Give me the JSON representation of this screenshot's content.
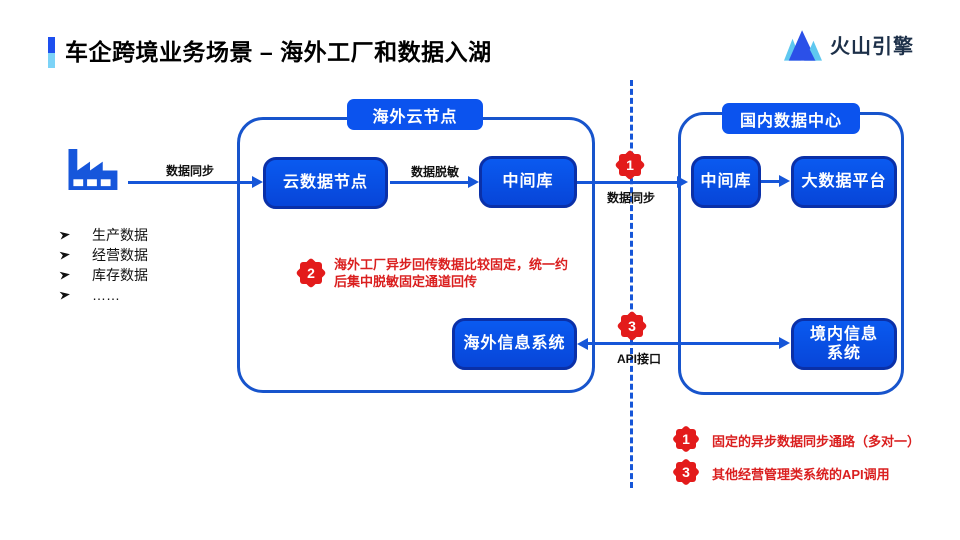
{
  "slide": {
    "title": "车企跨境业务场景 – 海外工厂和数据入湖",
    "brand": "火山引擎"
  },
  "containers": {
    "overseas": "海外云节点",
    "domestic": "国内数据中心"
  },
  "nodes": {
    "cloud_data_node": "云数据节点",
    "middle_db_overseas": "中间库",
    "middle_db_domestic": "中间库",
    "big_data_platform": "大数据平台",
    "overseas_info_system": "海外信息系统",
    "domestic_info_system": "境内信息系统"
  },
  "labels": {
    "factory_sync": "数据同步",
    "desensitize": "数据脱敏",
    "cross_border_sync": "数据同步",
    "api": "API接口"
  },
  "badges": {
    "b1": "1",
    "b2": "2",
    "b3": "3"
  },
  "source_list": [
    "生产数据",
    "经营数据",
    "库存数据",
    "……"
  ],
  "note2": "海外工厂异步回传数据比较固定，统一约\n后集中脱敏固定通道回传",
  "legend": [
    {
      "badge": "1",
      "text": "固定的异步数据同步通路（多对一）"
    },
    {
      "badge": "3",
      "text": "其他经营管理类系统的API调用"
    }
  ],
  "colors": {
    "box_blue": "#0A5AF0",
    "box_border": "#0A30A8",
    "line_blue": "#1656D8",
    "badge_red": "#E31B1B",
    "note_red": "#DA1F1F",
    "accent_dark": "#1D4FEF",
    "accent_light": "#7CD3F7"
  }
}
